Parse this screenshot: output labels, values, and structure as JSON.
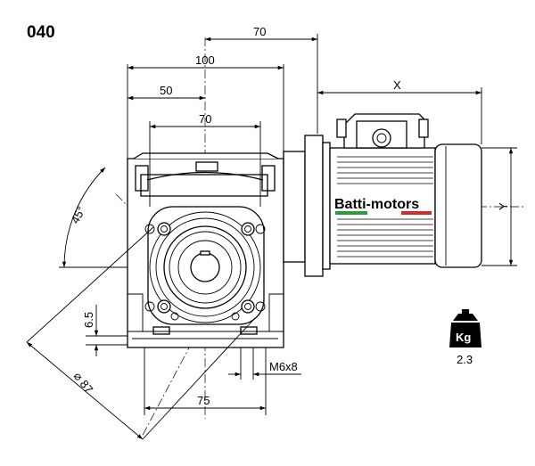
{
  "model": "040",
  "brand": "Batti-motors",
  "dimensions": {
    "motor_offset": "70",
    "width_total": "100",
    "half_width": "50",
    "flange_width": "70",
    "motor_length": "X",
    "motor_height": "Y",
    "angle": "45°",
    "height_step": "6.5",
    "diameter": "⌀ 87",
    "thread": "M6x8",
    "base_width": "75"
  },
  "weight": {
    "unit": "Kg",
    "value": "2.3"
  },
  "colors": {
    "brand_green": "#2a9a3a",
    "brand_red": "#d42a2a",
    "line": "#000000"
  }
}
